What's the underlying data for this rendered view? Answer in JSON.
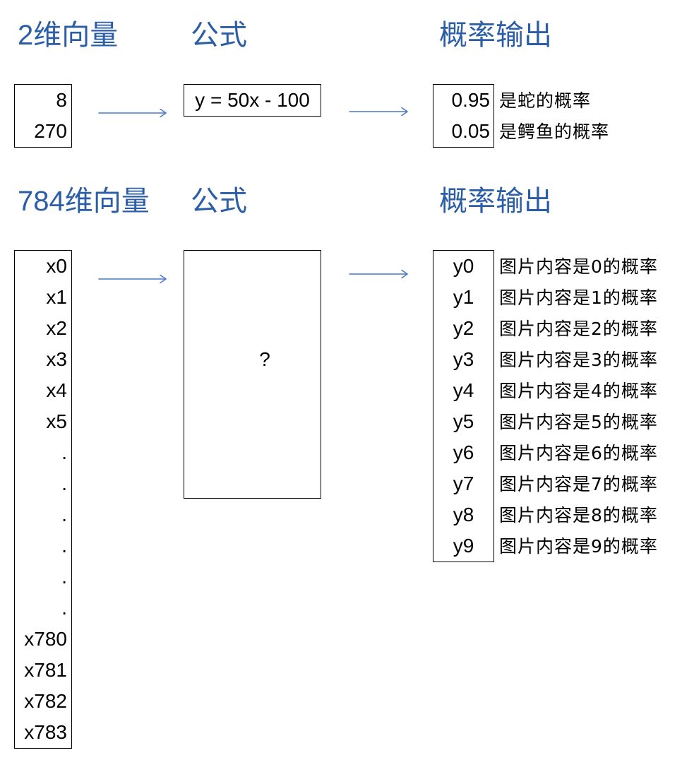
{
  "example_2d": {
    "input_title": "2维向量",
    "formula_title": "公式",
    "output_title": "概率输出",
    "inputs": [
      "8",
      "270"
    ],
    "formula": "y = 50x - 100",
    "outputs": [
      "0.95",
      "0.05"
    ],
    "output_labels": [
      "是蛇的概率",
      "是鳄鱼的概率"
    ]
  },
  "example_784d": {
    "input_title": "784维向量",
    "formula_title": "公式",
    "output_title": "概率输出",
    "inputs": [
      "x0",
      "x1",
      "x2",
      "x3",
      "x4",
      "x5",
      ".",
      ".",
      ".",
      ".",
      ".",
      ".",
      "x780",
      "x781",
      "x782",
      "x783"
    ],
    "formula": "?",
    "outputs": [
      "y0",
      "y1",
      "y2",
      "y3",
      "y4",
      "y5",
      "y6",
      "y7",
      "y8",
      "y9"
    ],
    "output_labels": [
      "图片内容是0的概率",
      "图片内容是1的概率",
      "图片内容是2的概率",
      "图片内容是3的概率",
      "图片内容是4的概率",
      "图片内容是5的概率",
      "图片内容是6的概率",
      "图片内容是7的概率",
      "图片内容是8的概率",
      "图片内容是9的概率"
    ]
  },
  "colors": {
    "heading": "#2b5ea7",
    "arrow": "#4a78c8",
    "border": "#000000"
  }
}
